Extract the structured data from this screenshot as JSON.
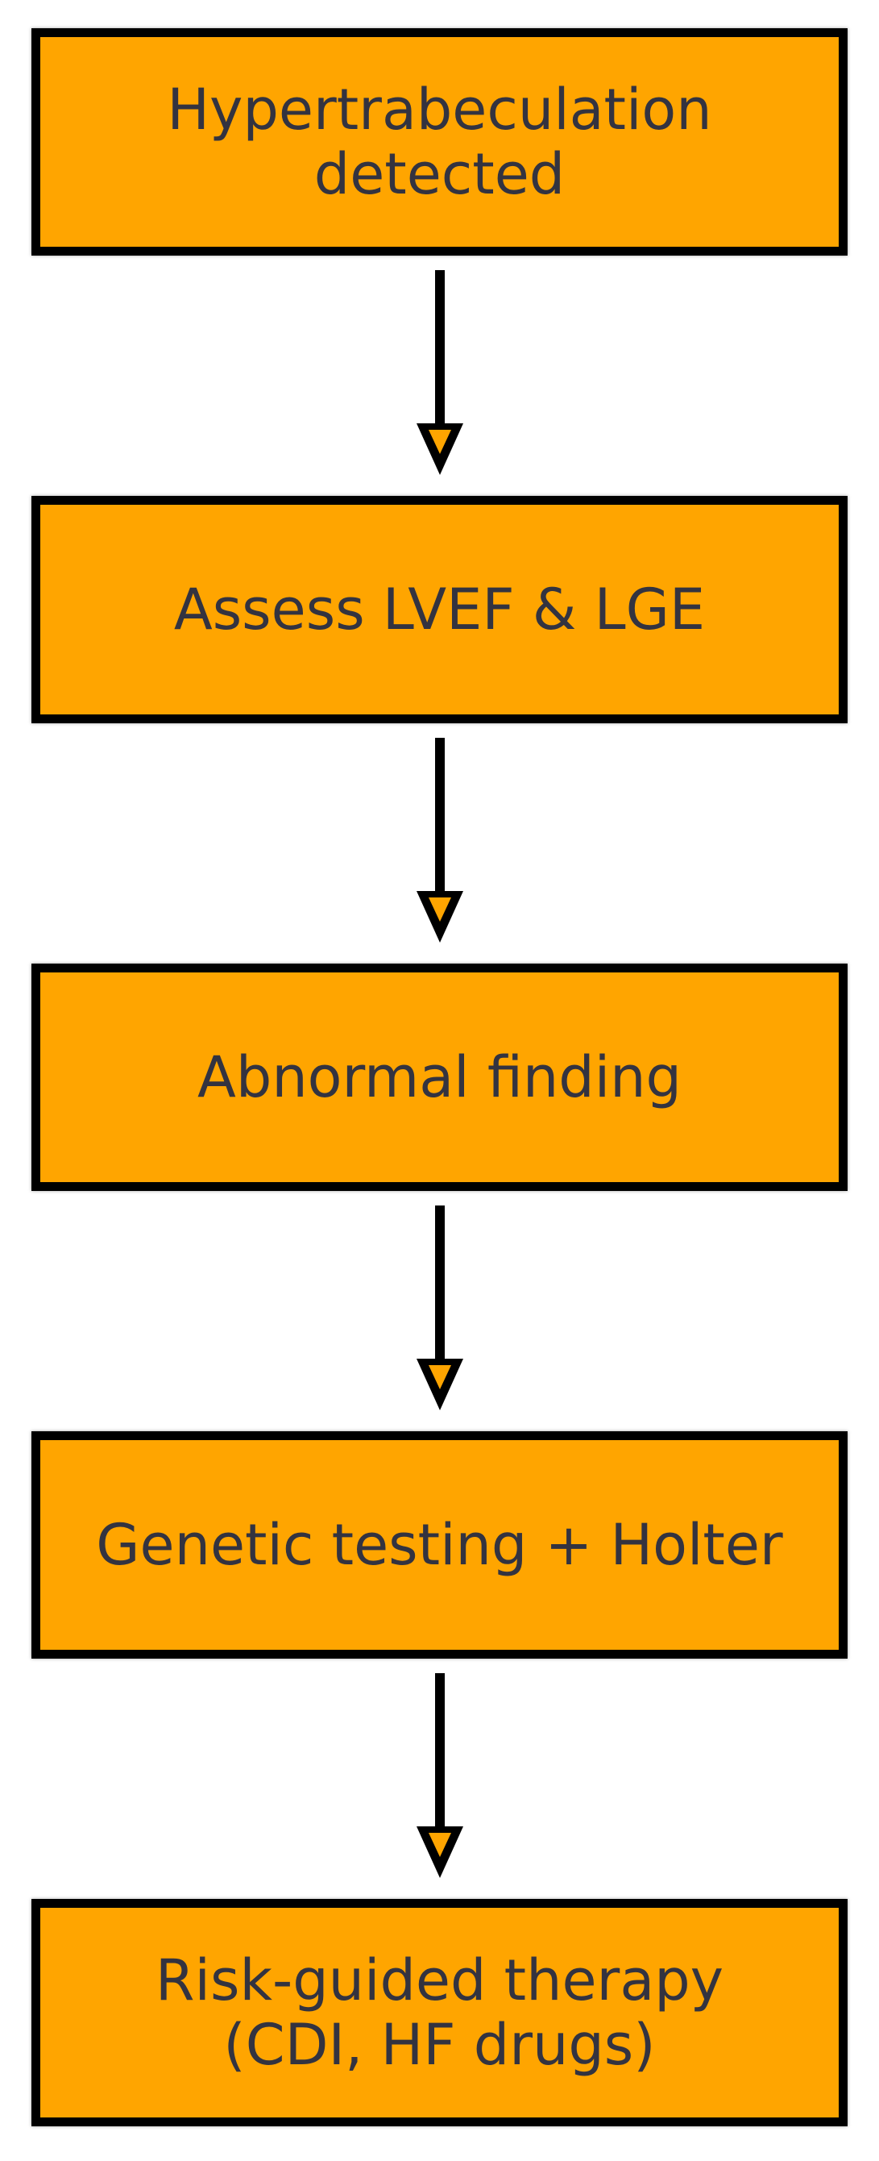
{
  "theme": {
    "page_bg": "#ffffff",
    "box_fill": "#ffa500",
    "box_border": "#000000",
    "text_color": "#333340",
    "arrow_color": "#000000",
    "arrowhead_fill": "#ffa500"
  },
  "flowchart": {
    "nodes": [
      {
        "lines": [
          "Hypertrabeculation",
          "detected"
        ]
      },
      {
        "lines": [
          "Assess LVEF & LGE"
        ]
      },
      {
        "lines": [
          "Abnormal finding"
        ]
      },
      {
        "lines": [
          "Genetic testing + Holter"
        ]
      },
      {
        "lines": [
          "Risk-guided therapy",
          "(CDI, HF drugs)"
        ]
      }
    ],
    "edges": [
      {
        "from": "Hypertrabeculation detected",
        "to": "Assess LVEF & LGE"
      },
      {
        "from": "Assess LVEF & LGE",
        "to": "Abnormal finding"
      },
      {
        "from": "Abnormal finding",
        "to": "Genetic testing + Holter"
      },
      {
        "from": "Genetic testing + Holter",
        "to": "Risk-guided therapy (CDI, HF drugs)"
      }
    ]
  }
}
